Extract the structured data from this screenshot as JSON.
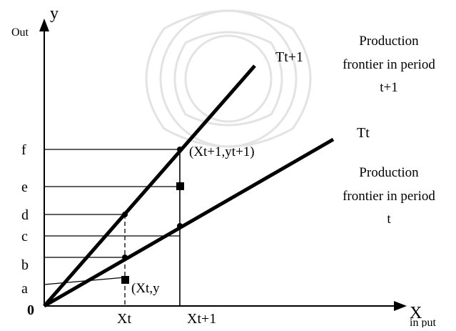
{
  "diagram": {
    "y_axis": {
      "letter": "y",
      "label": "Out"
    },
    "x_axis": {
      "letter": "X",
      "label": "in put"
    },
    "origin": "0",
    "y_ticks": [
      "f",
      "e",
      "d",
      "c",
      "b",
      "a"
    ],
    "x_ticks": [
      "Xt",
      "Xt+1"
    ],
    "lines": [
      {
        "name": "Tt+1",
        "caption": [
          "Production",
          "frontier in period",
          "t+1"
        ]
      },
      {
        "name": "Tt",
        "caption": [
          "Production",
          "frontier in period",
          "t"
        ]
      }
    ],
    "points": {
      "upper": "(Xt+1,yt+1)",
      "lower": "(Xt,y"
    },
    "colors": {
      "ink": "#000000",
      "watermark": "#d9d9d9"
    }
  }
}
